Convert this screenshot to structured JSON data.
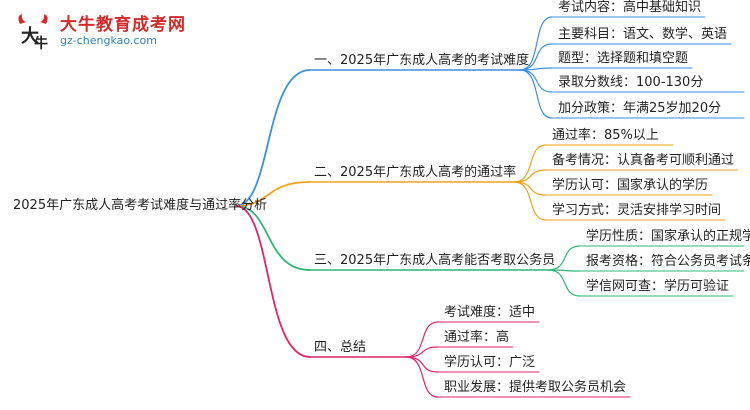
{
  "logo": {
    "title": "大牛教育成考网",
    "url": "gz-chengkao.com",
    "brand_color": "#d42a2a",
    "url_color": "#2f7fbf"
  },
  "mindmap": {
    "root": "2025年广东成人高考考试难度与通过率分析",
    "branches": [
      {
        "label": "一、2025年广东成人高考的考试难度",
        "color": "#3a8ee6",
        "children": [
          "考试内容：高中基础知识",
          "主要科目：语文、数学、英语",
          "题型：选择题和填空题",
          "录取分数线：100-130分",
          "加分政策：年满25岁加20分"
        ]
      },
      {
        "label": "二、2025年广东成人高考的通过率",
        "color": "#f0a21c",
        "children": [
          "通过率：85%以上",
          "备考情况：认真备考可顺利通过",
          "学历认可：国家承认的学历",
          "学习方式：灵活安排学习时间"
        ]
      },
      {
        "label": "三、2025年广东成人高考能否考取公务员",
        "color": "#2bb673",
        "children": [
          "学历性质：国家承认的正规学历",
          "报考资格：符合公务员考试条件",
          "学信网可查：学历可验证"
        ]
      },
      {
        "label": "四、总结",
        "color": "#e0246b",
        "children": [
          "考试难度：适中",
          "通过率：高",
          "学历认可：广泛",
          "职业发展：提供考取公务员机会"
        ]
      }
    ]
  }
}
